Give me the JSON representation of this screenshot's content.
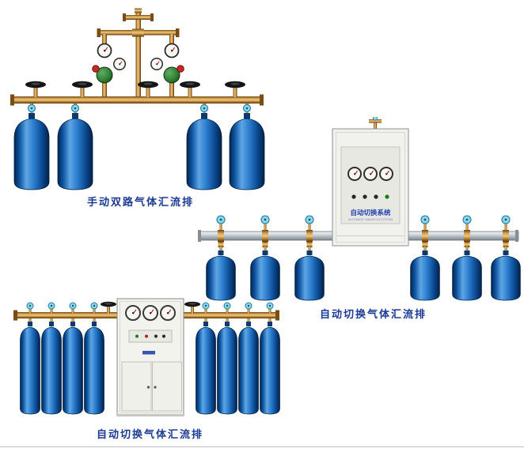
{
  "page": {
    "background_color": "#ffffff",
    "caption_color": "#1c3a94"
  },
  "products": [
    {
      "id": "manual-dual-gas-manifold",
      "caption": "手动双路气体汇流排",
      "cylinders_visible": 4
    },
    {
      "id": "auto-switching-gas-manifold-wall-cabinet",
      "caption": "自动切换气体汇流排",
      "cylinders_visible": 6,
      "cabinet_label": "自动切换系统",
      "cabinet_sublabel": "AUTOMATIC MANIFOLD SYSTEM"
    },
    {
      "id": "auto-switching-gas-manifold-floor-cabinet",
      "caption": "自动切换气体汇流排",
      "cylinders_visible": 8
    }
  ],
  "colors": {
    "cylinder_blue": "#1565c0",
    "brass_pipe": "#c8963f",
    "rail_silver": "#b4bdc3",
    "cabinet_white": "#f1f1ed",
    "handwheel_black": "#151515",
    "handwheel_cyan": "#8ed7e9",
    "regulator_green": "#2e7d32",
    "regulator_knob_red": "#c62828"
  }
}
